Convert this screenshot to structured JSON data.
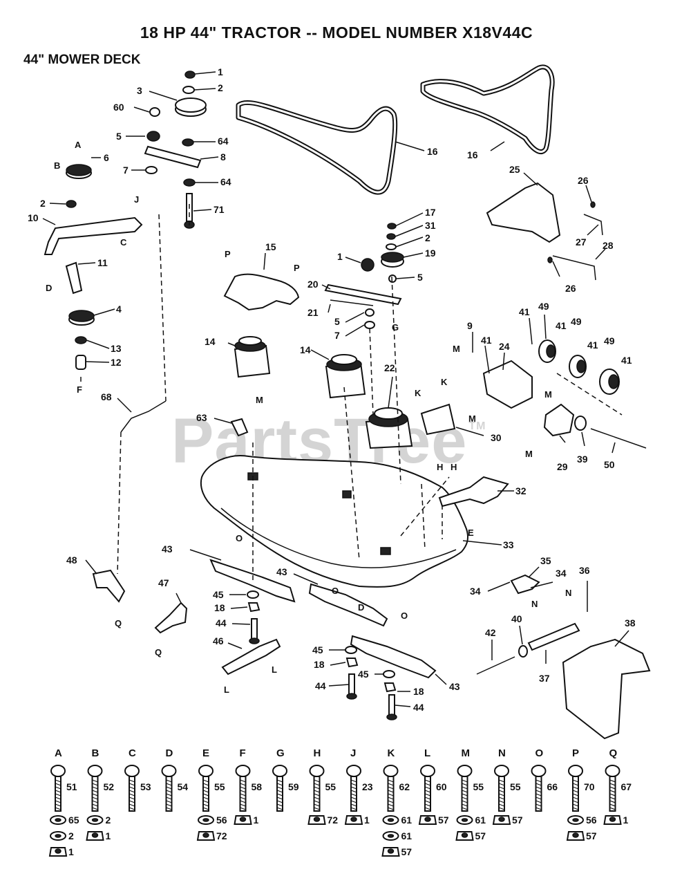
{
  "header": {
    "title": "18 HP 44\" TRACTOR -- MODEL NUMBER X18V44C",
    "subtitle": "44\" MOWER DECK"
  },
  "watermark": {
    "text": "PartsTree",
    "mark": "TM"
  },
  "callouts": {
    "c1": "1",
    "c2": "2",
    "c3": "3",
    "c60": "60",
    "c5": "5",
    "c64": "64",
    "c8": "8",
    "c6": "6",
    "c7": "7",
    "c64b": "64",
    "c71": "71",
    "c2b": "2",
    "c10": "10",
    "c11": "11",
    "c4": "4",
    "c13": "13",
    "c12": "12",
    "c68": "68",
    "c16a": "16",
    "c16b": "16",
    "c25": "25",
    "c26a": "26",
    "c27": "27",
    "c28": "28",
    "c26b": "26",
    "c17": "17",
    "c31": "31",
    "c2c": "2",
    "c19": "19",
    "c1b": "1",
    "c5b": "5",
    "c15": "15",
    "c20": "20",
    "c21": "21",
    "c5c": "5",
    "c7b": "7",
    "c9": "9",
    "c41a": "41",
    "c49a": "49",
    "c41b": "41",
    "c49b": "49",
    "c41c": "41",
    "c49c": "49",
    "c41d": "41",
    "c24": "24",
    "c41e": "41",
    "c14a": "14",
    "c14b": "14",
    "c22": "22",
    "c63": "63",
    "c30": "30",
    "c29": "29",
    "c39": "39",
    "c50": "50",
    "c32": "32",
    "c33": "33",
    "c48": "48",
    "c43a": "43",
    "c43b": "43",
    "c47": "47",
    "c45a": "45",
    "c18a": "18",
    "c44a": "44",
    "c46": "46",
    "c35": "35",
    "c34a": "34",
    "c34b": "34",
    "c36": "36",
    "c38": "38",
    "c40": "40",
    "c42": "42",
    "c37": "37",
    "c45b": "45",
    "c18b": "18",
    "c44b": "44",
    "c45c": "45",
    "c18c": "18",
    "c43c": "43",
    "c44c": "44"
  },
  "letters": {
    "A": "A",
    "B": "B",
    "J": "J",
    "C": "C",
    "D": "D",
    "F": "F",
    "P1": "P",
    "P2": "P",
    "G": "G",
    "M1": "M",
    "M2": "M",
    "M3": "M",
    "M4": "M",
    "M5": "M",
    "K1": "K",
    "K2": "K",
    "H1": "H",
    "H2": "H",
    "E": "E",
    "O1": "O",
    "O2": "O",
    "O3": "O",
    "D2": "D",
    "Q1": "Q",
    "Q2": "Q",
    "L1": "L",
    "L2": "L",
    "N1": "N",
    "N2": "N"
  },
  "hardware": [
    {
      "letter": "A",
      "bolt": "51",
      "items": [
        "65",
        "2",
        "1"
      ]
    },
    {
      "letter": "B",
      "bolt": "52",
      "items": [
        "2",
        "1"
      ]
    },
    {
      "letter": "C",
      "bolt": "53",
      "items": []
    },
    {
      "letter": "D",
      "bolt": "54",
      "items": []
    },
    {
      "letter": "E",
      "bolt": "55",
      "items": [
        "56",
        "72"
      ]
    },
    {
      "letter": "F",
      "bolt": "58",
      "items": [
        "1"
      ]
    },
    {
      "letter": "G",
      "bolt": "59",
      "items": []
    },
    {
      "letter": "H",
      "bolt": "55",
      "items": [
        "72"
      ]
    },
    {
      "letter": "J",
      "bolt": "23",
      "items": [
        "1"
      ]
    },
    {
      "letter": "K",
      "bolt": "62",
      "items": [
        "61",
        "61",
        "57"
      ]
    },
    {
      "letter": "L",
      "bolt": "60",
      "items": [
        "57"
      ]
    },
    {
      "letter": "M",
      "bolt": "55",
      "items": [
        "61",
        "57"
      ]
    },
    {
      "letter": "N",
      "bolt": "55",
      "items": [
        "57"
      ]
    },
    {
      "letter": "O",
      "bolt": "66",
      "items": []
    },
    {
      "letter": "P",
      "bolt": "70",
      "items": [
        "56",
        "57"
      ]
    },
    {
      "letter": "Q",
      "bolt": "67",
      "items": [
        "1"
      ]
    }
  ]
}
